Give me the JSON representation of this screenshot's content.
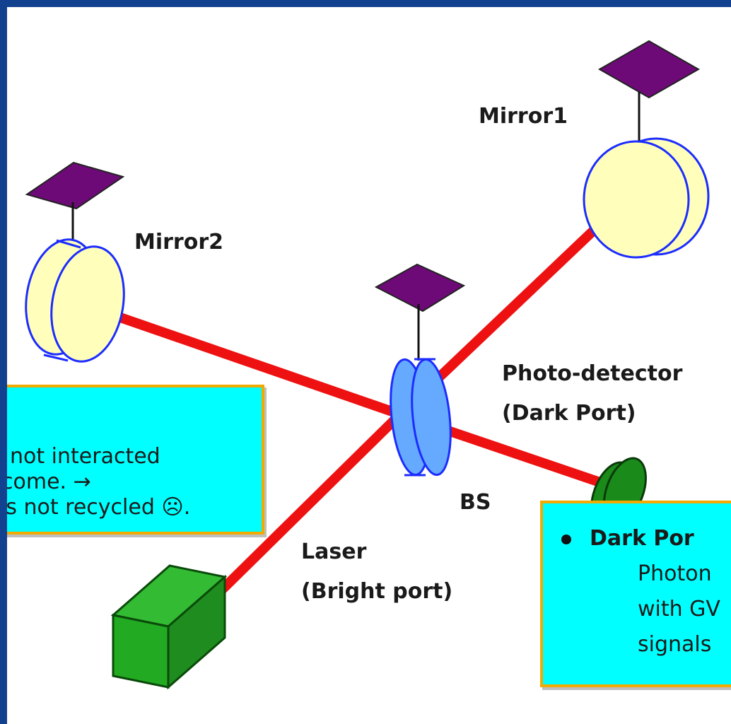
{
  "labels": {
    "mirror1": "Mirror1",
    "mirror2": "Mirror2",
    "photodetector_line1": "Photo-detector",
    "photodetector_line2": "(Dark Port)",
    "bs": "BS",
    "laser_line1": "Laser",
    "laser_line2": "(Bright port)"
  },
  "left_callout": {
    "lines": [
      "not interacted",
      "come. →",
      "is not recycled ☹."
    ]
  },
  "right_callout": {
    "title": "Dark Por",
    "lines": [
      "Photon",
      "with GV",
      "signals"
    ]
  },
  "colors": {
    "beam": "#ee1111",
    "mirror_fill": "#ffffbb",
    "mirror_stroke": "#1c2cff",
    "bs_fill": "#66aaff",
    "detector_fill": "#1a8a1a",
    "laser_fill": "#22aa22",
    "suspension": "#6e0a78",
    "callout_bg": "#00ffff",
    "callout_border": "#f2a900",
    "frame": "#12418f"
  }
}
